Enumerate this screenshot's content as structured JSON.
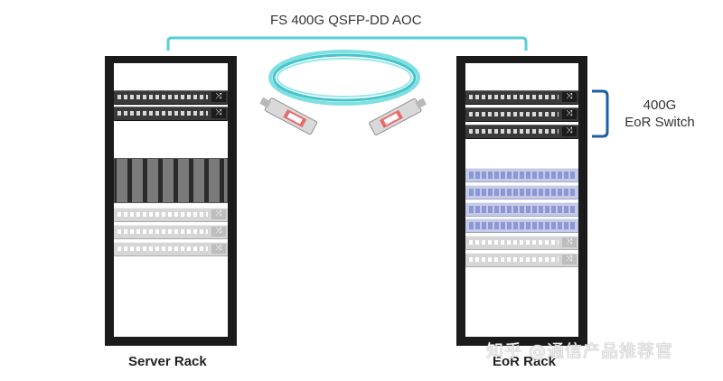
{
  "title": "FS 400G QSFP-DD AOC",
  "racks": [
    {
      "label": "Server Rack"
    },
    {
      "label": "EoR Rack"
    }
  ],
  "switch_group_label": [
    "400G",
    "EoR Switch"
  ],
  "watermark": "知乎 @通信产品推荐官",
  "colors": {
    "cable": "#55cfd4",
    "brace": "#1e5fa8",
    "rack_frame": "#1b1b1b",
    "server_ports": "#8d97d6"
  },
  "icons": {
    "switch_port": "⤨"
  }
}
